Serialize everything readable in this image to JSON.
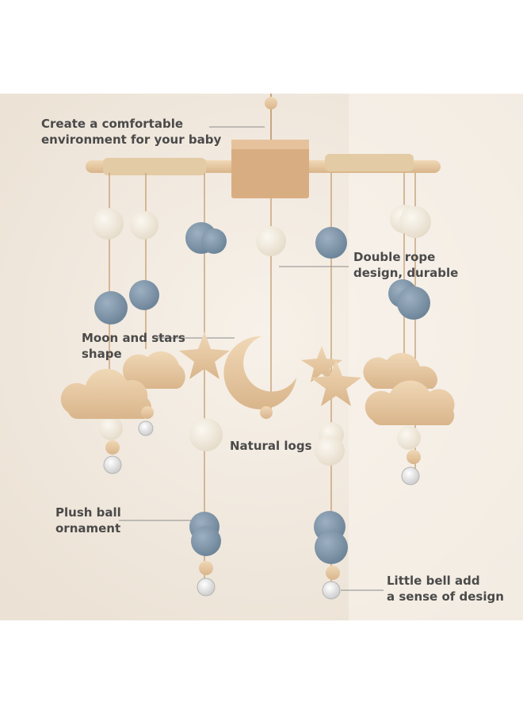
{
  "product_image": {
    "subject": "baby-crib-mobile",
    "background_color": "#f3ece3",
    "felt_ball_blue": "#7f96ab",
    "felt_ball_cream": "#f2ece0",
    "wood_color": "#e7c9a3"
  },
  "annotations": [
    {
      "lines": [
        "Create a comfortable",
        "environment for your baby"
      ]
    },
    {
      "lines": [
        "Double rope",
        "design, durable"
      ]
    },
    {
      "lines": [
        "Moon and stars",
        "shape"
      ]
    },
    {
      "lines": [
        "Natural logs"
      ]
    },
    {
      "lines": [
        "Plush ball",
        "ornament"
      ]
    },
    {
      "lines": [
        "Little bell add",
        "a sense of design"
      ]
    }
  ]
}
